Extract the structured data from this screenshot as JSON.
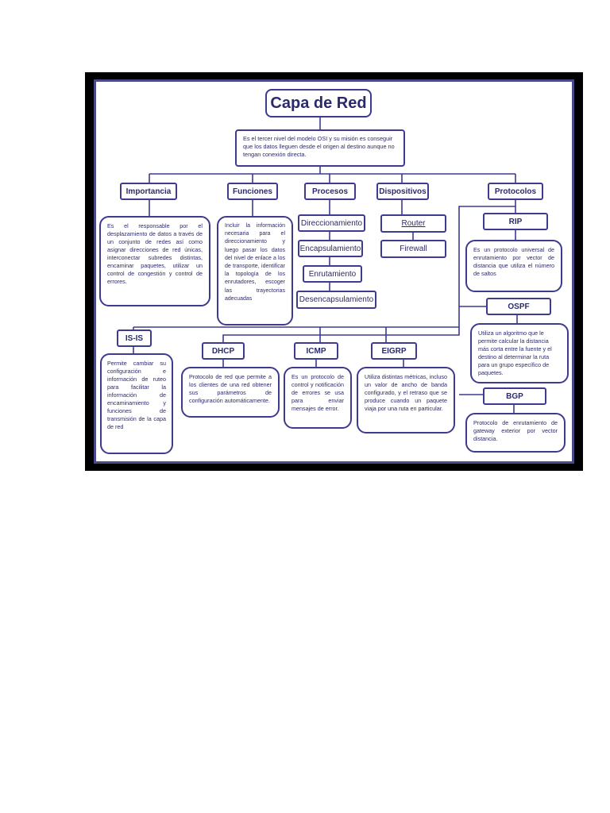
{
  "title": "Capa de Red",
  "intro": "Es el tercer nivel del modelo OSI y su misión es conseguir que los datos lleguen desde el origen al destino aunque no tengan conexión directa.",
  "branches": {
    "importancia": {
      "label": "Importancia",
      "text": "Es el responsable por el desplazamiento de datos a través de un conjunto de redes así como asignar direcciones de red únicas, interconectar subredes distintas, encaminar paquetes, utilizar un control de congestión y control de errores."
    },
    "funciones": {
      "label": "Funciones",
      "text": "Incluir la información necesaria para el direccionamiento y luego pasar los datos del nivel de enlace a los de transporte, identificar la topología de los enrutadores, escoger las trayectorias adecuadas"
    },
    "procesos": {
      "label": "Procesos",
      "items": [
        "Direccionamiento",
        "Encapsulamiento",
        "Enrutamiento",
        "Desencapsulamiento"
      ]
    },
    "dispositivos": {
      "label": "Dispositivos",
      "items": [
        "Router",
        "Firewall"
      ]
    },
    "protocolos": {
      "label": "Protocolos"
    }
  },
  "protocols": {
    "rip": {
      "label": "RIP",
      "text": "Es un protocolo universal de enrutamiento por vector de distancia que utiliza el número de saltos"
    },
    "ospf": {
      "label": "OSPF",
      "text": "Utiliza un algoritmo que le permite calcular la distancia más corta entre la fuente y el destino al determinar la ruta para un grupo específico de paquetes."
    },
    "bgp": {
      "label": "BGP",
      "text": "Protocolo de enrutamiento de gateway exterior por vector distancia."
    },
    "isis": {
      "label": "IS-IS",
      "text": "Permite cambiar su configuración e información de ruteo para facilitar la información de encaminamiento y funciones de transmisión de la capa de red"
    },
    "dhcp": {
      "label": "DHCP",
      "text": "Protocolo de red que permite a los clientes de una red obtener sus parámetros de configuración automáticamente."
    },
    "icmp": {
      "label": "ICMP",
      "text": "Es un protocolo de control y notificación de errores se usa para enviar mensajes de error."
    },
    "eigrp": {
      "label": "EIGRP",
      "text": "Utiliza distintas métricas, incluso un valor de ancho de banda configurado, y el retraso que se produce cuando un paquete viaja por una ruta en particular."
    }
  }
}
